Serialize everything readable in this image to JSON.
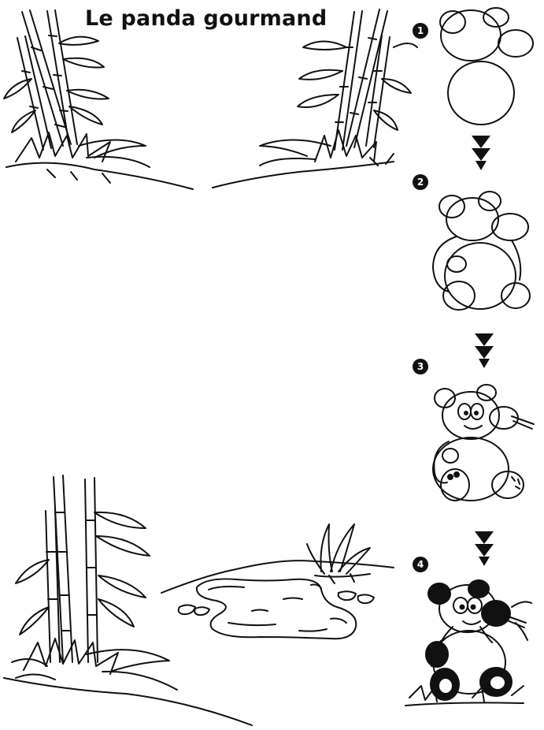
{
  "title": "Le panda gourmand",
  "steps": [
    "1",
    "2",
    "3",
    "4"
  ],
  "colors": {
    "ink": "#111111",
    "paper": "#ffffff"
  },
  "illustrations": [
    "bamboo-grove",
    "pond",
    "panda-step-1",
    "panda-step-2",
    "panda-step-3",
    "panda-step-4",
    "down-arrow"
  ]
}
